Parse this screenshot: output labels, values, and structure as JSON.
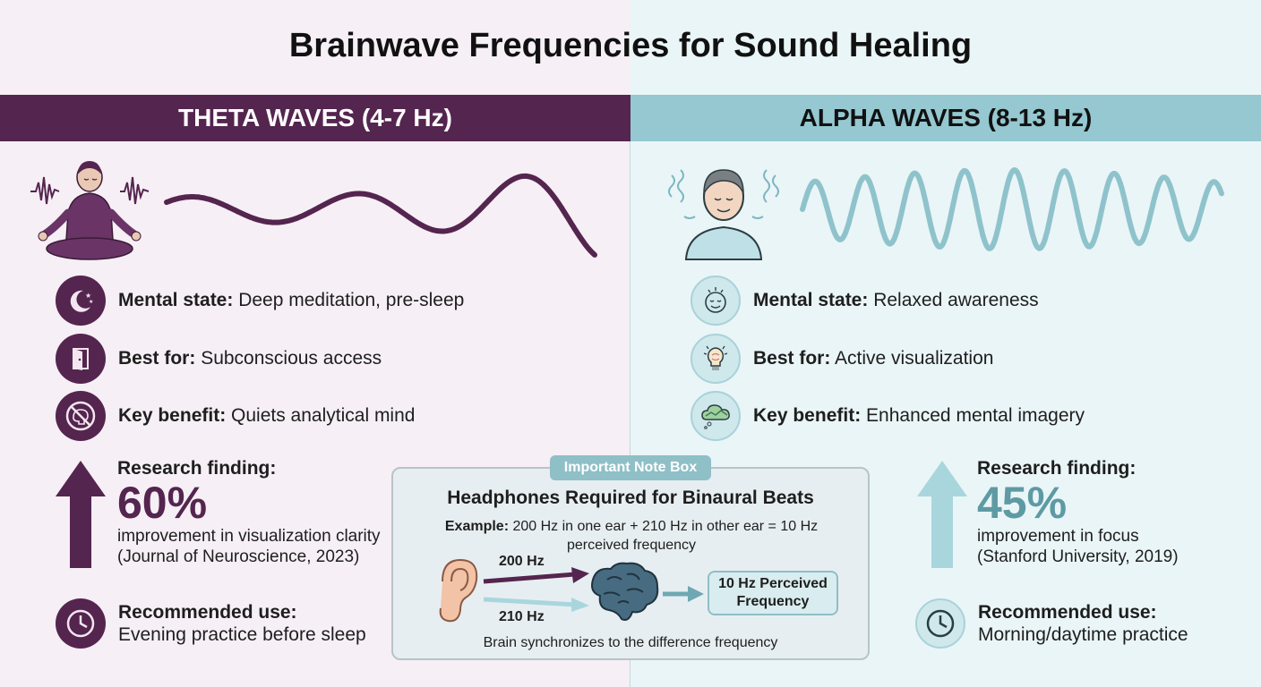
{
  "title": "Brainwave Frequencies for Sound Healing",
  "colors": {
    "theta": "#54254f",
    "alpha": "#95c8d1",
    "alpha_text": "#5e9aa4"
  },
  "theta": {
    "band_label": "THETA WAVES (4-7 Hz)",
    "rows": [
      {
        "label": "Mental state:",
        "value": "Deep meditation, pre-sleep",
        "icon": "moon-stars-icon"
      },
      {
        "label": "Best for:",
        "value": "Subconscious access",
        "icon": "open-door-icon"
      },
      {
        "label": "Key benefit:",
        "value": "Quiets analytical mind",
        "icon": "no-thinking-icon"
      }
    ],
    "research": {
      "label": "Research finding:",
      "percent": "60%",
      "desc": "improvement in visualization clarity",
      "source": "(Journal of Neuroscience, 2023)"
    },
    "recommended": {
      "label": "Recommended use:",
      "value": "Evening practice before sleep",
      "icon": "clock-icon"
    }
  },
  "alpha": {
    "band_label": "ALPHA WAVES (8-13 Hz)",
    "rows": [
      {
        "label": "Mental state:",
        "value": "Relaxed awareness",
        "icon": "calm-face-icon"
      },
      {
        "label": "Best for:",
        "value": "Active visualization",
        "icon": "lightbulb-brain-icon"
      },
      {
        "label": "Key benefit:",
        "value": "Enhanced mental imagery",
        "icon": "thought-cloud-icon"
      }
    ],
    "research": {
      "label": "Research finding:",
      "percent": "45%",
      "desc": "improvement in focus",
      "source": "(Stanford University, 2019)"
    },
    "recommended": {
      "label": "Recommended use:",
      "value": "Morning/daytime practice",
      "icon": "clock-icon"
    }
  },
  "note": {
    "tag": "Important Note Box",
    "title": "Headphones Required for Binaural Beats",
    "example_label": "Example:",
    "example_text": "200 Hz in one ear + 210 Hz in other ear = 10 Hz perceived frequency",
    "tone_a": "200 Hz",
    "tone_b": "210 Hz",
    "perceived": "10 Hz Perceived Frequency",
    "footer": "Brain synchronizes to the difference frequency"
  }
}
